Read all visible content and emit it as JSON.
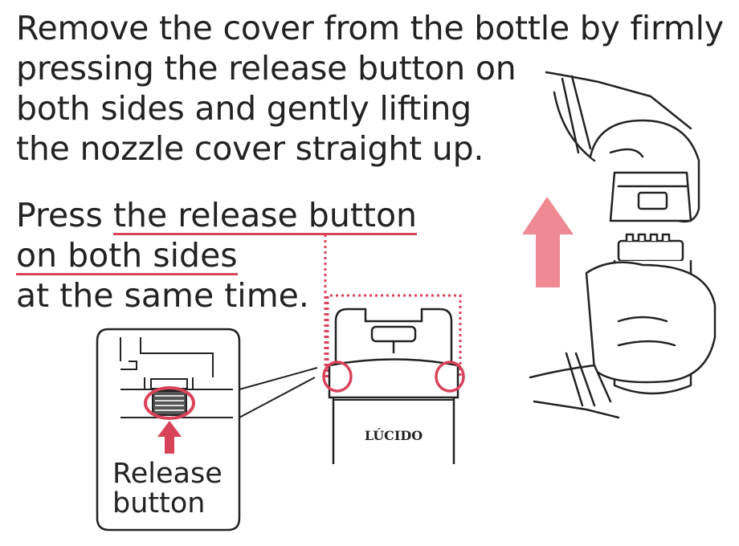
{
  "instructions": {
    "step": [
      "Remove the cover from the bottle by firmly",
      "pressing the release button on",
      "both sides and gently lifting",
      "the nozzle cover straight up."
    ],
    "press_prefix": "Press ",
    "press_underlined_1": "the release button",
    "press_underlined_2": "on both sides",
    "press_suffix": "at the same time."
  },
  "illustration": {
    "brand": "LÚCIDO",
    "callout_label_line1": "Release",
    "callout_label_line2": "button",
    "accent_color": "#d9435a",
    "arrow_color": "#f08a92"
  }
}
